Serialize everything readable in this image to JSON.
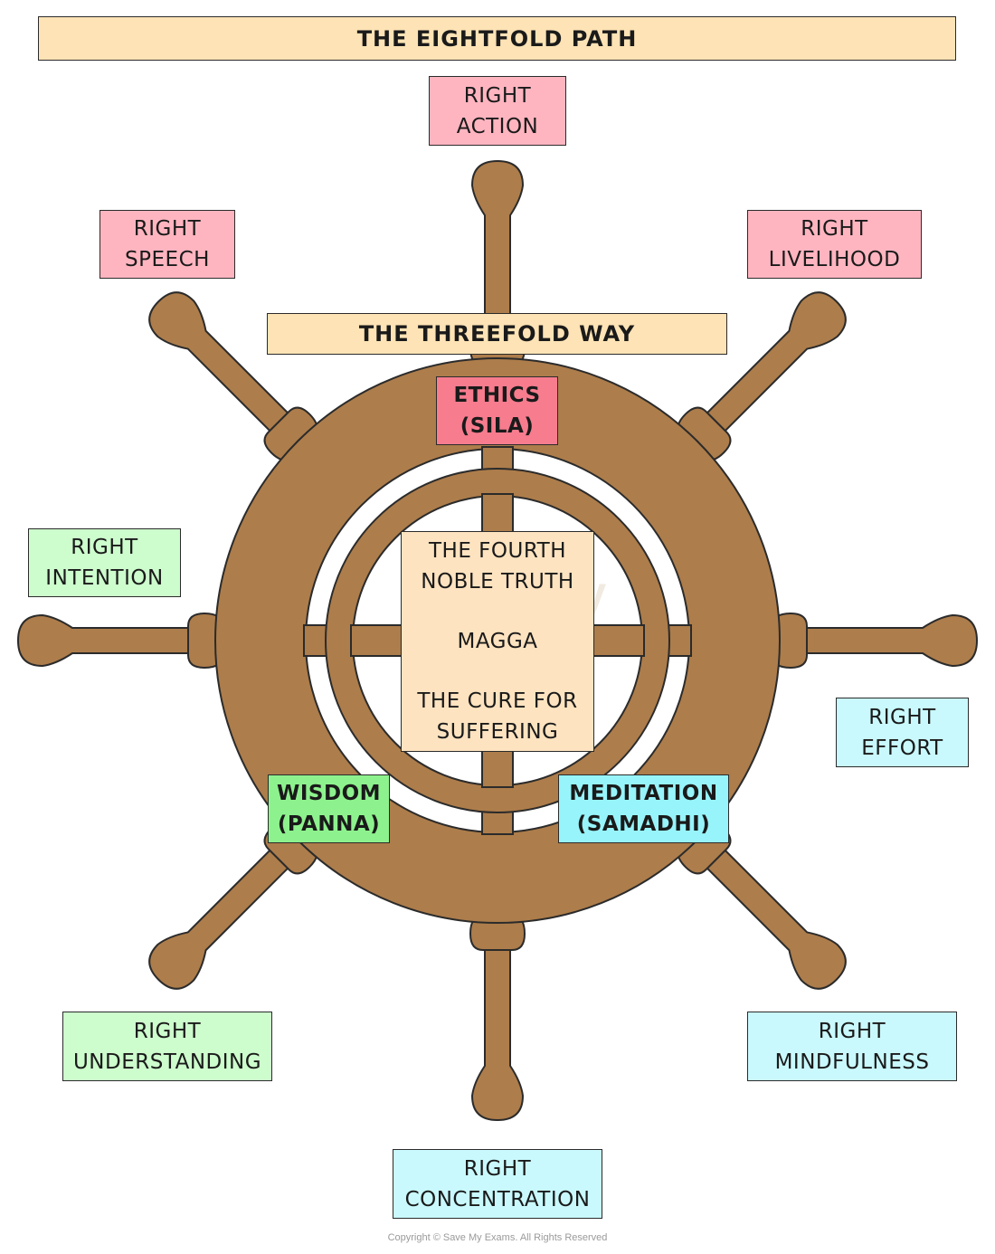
{
  "title": "THE EIGHTFOLD PATH",
  "subtitle": "THE THREEFOLD WAY",
  "center": {
    "line1": "THE FOURTH",
    "line2": "NOBLE TRUTH",
    "line3": "MAGGA",
    "line4": "THE CURE FOR",
    "line5": "SUFFERING"
  },
  "watermark": {
    "line1": "Save My",
    "line2": "Exams"
  },
  "categories": {
    "ethics": {
      "line1": "ETHICS",
      "line2": "(SILA)"
    },
    "wisdom": {
      "line1": "WISDOM",
      "line2": "(PANNA)"
    },
    "meditation": {
      "line1": "MEDITATION",
      "line2": "(SAMADHI)"
    }
  },
  "spokes": {
    "action": {
      "line1": "RIGHT",
      "line2": "ACTION"
    },
    "speech": {
      "line1": "RIGHT",
      "line2": "SPEECH"
    },
    "livelihood": {
      "line1": "RIGHT",
      "line2": "LIVELIHOOD"
    },
    "intention": {
      "line1": "RIGHT",
      "line2": "INTENTION"
    },
    "effort": {
      "line1": "RIGHT",
      "line2": "EFFORT"
    },
    "understanding": {
      "line1": "RIGHT",
      "line2": "UNDERSTANDING"
    },
    "mindfulness": {
      "line1": "RIGHT",
      "line2": "MINDFULNESS"
    },
    "concentration": {
      "line1": "RIGHT",
      "line2": "CONCENTRATION"
    }
  },
  "footer": "Copyright © Save My Exams. All Rights Reserved",
  "colors": {
    "wood": "#AD7D4B",
    "outline": "#2B2B2B",
    "title_fill": "#FDE3B5",
    "center_fill": "#FDE3C0",
    "ethics_fill": "#F77C8E",
    "ethics_light": "#FFB5C0",
    "wisdom_fill": "#8DF28D",
    "wisdom_light": "#CDFCCD",
    "meditation_fill": "#97F4FB",
    "meditation_light": "#C9F9FD"
  }
}
